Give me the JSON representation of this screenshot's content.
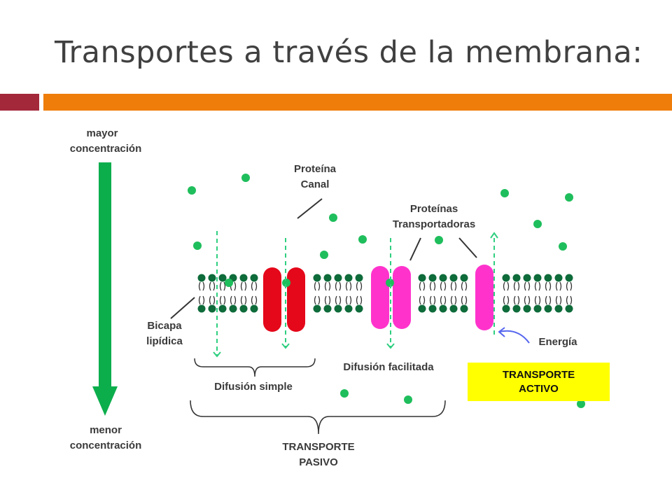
{
  "title": "Transportes a través de la membrana:",
  "labels": {
    "mayor": "mayor",
    "concentracion_top": "concentración",
    "menor": "menor",
    "concentracion_bottom": "concentración",
    "proteina_1": "Proteína",
    "proteina_2": "Canal",
    "transportadoras_1": "Proteínas",
    "transportadoras_2": "Transportadoras",
    "bicapa_1": "Bicapa",
    "bicapa_2": "lipídica",
    "energia": "Energía",
    "difusion_simple": "Difusión simple",
    "difusion_facilitada": "Difusión facilitada",
    "pasivo_1": "TRANSPORTE",
    "pasivo_2": "PASIVO",
    "activo_1": "TRANSPORTE",
    "activo_2": "ACTIVO"
  },
  "colors": {
    "title_text": "#404040",
    "accent_red": "#a3283a",
    "accent_orange": "#ef7d0a",
    "arrow_green": "#0cae4c",
    "molecule_green": "#1fbe5c",
    "lipid_head": "#0e6b3a",
    "channel_protein": "#e5071a",
    "carrier_protein": "#ff33cc",
    "energy_arrow": "#5566ee",
    "active_box": "#ffff00"
  }
}
